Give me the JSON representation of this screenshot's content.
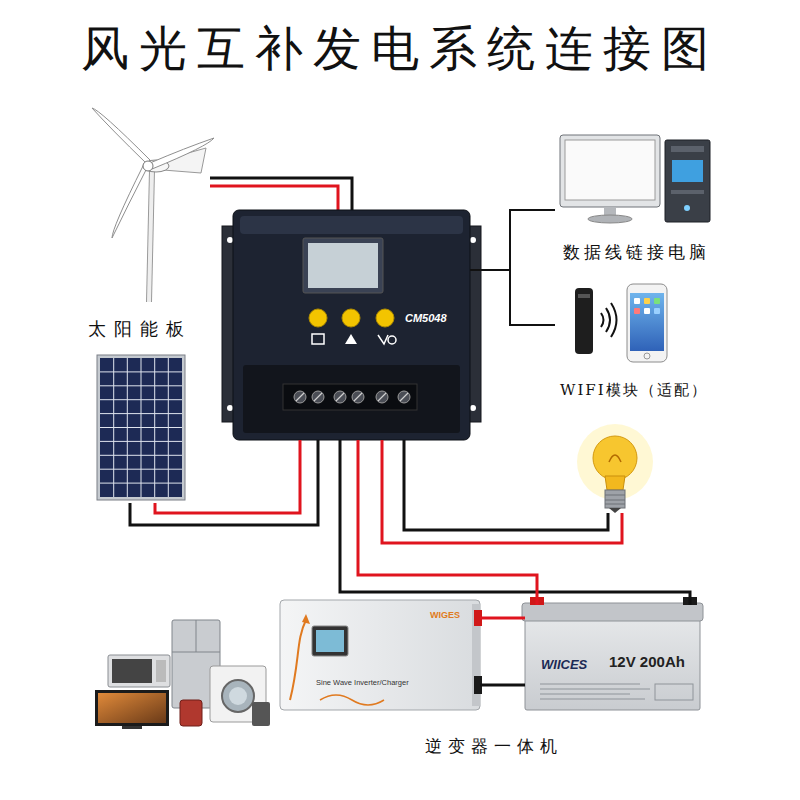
{
  "diagram": {
    "title": "风光互补发电系统连接图",
    "nodes": [
      {
        "text": [
          "CM5048"
        ]
      },
      {
        "text": [
          "数据线链接电脑"
        ]
      },
      {
        "text": [
          "WIFI模块（适配）"
        ]
      },
      {
        "text": [
          "太阳能板"
        ]
      },
      {
        "text": [
          "WIGES",
          "Sine Wave Inverter/Charger",
          "逆变器一体机"
        ]
      },
      {
        "text": [
          "WIICES",
          "12V 200Ah"
        ]
      }
    ],
    "edges": [
      {
        "from": 3,
        "to": 0,
        "arrow": "none"
      },
      {
        "from": 0,
        "to": 1,
        "arrow": "none"
      },
      {
        "from": 0,
        "to": 2,
        "arrow": "none"
      },
      {
        "from": 0,
        "to": 5,
        "arrow": "none"
      },
      {
        "from": 4,
        "to": 5,
        "arrow": "none"
      }
    ]
  }
}
